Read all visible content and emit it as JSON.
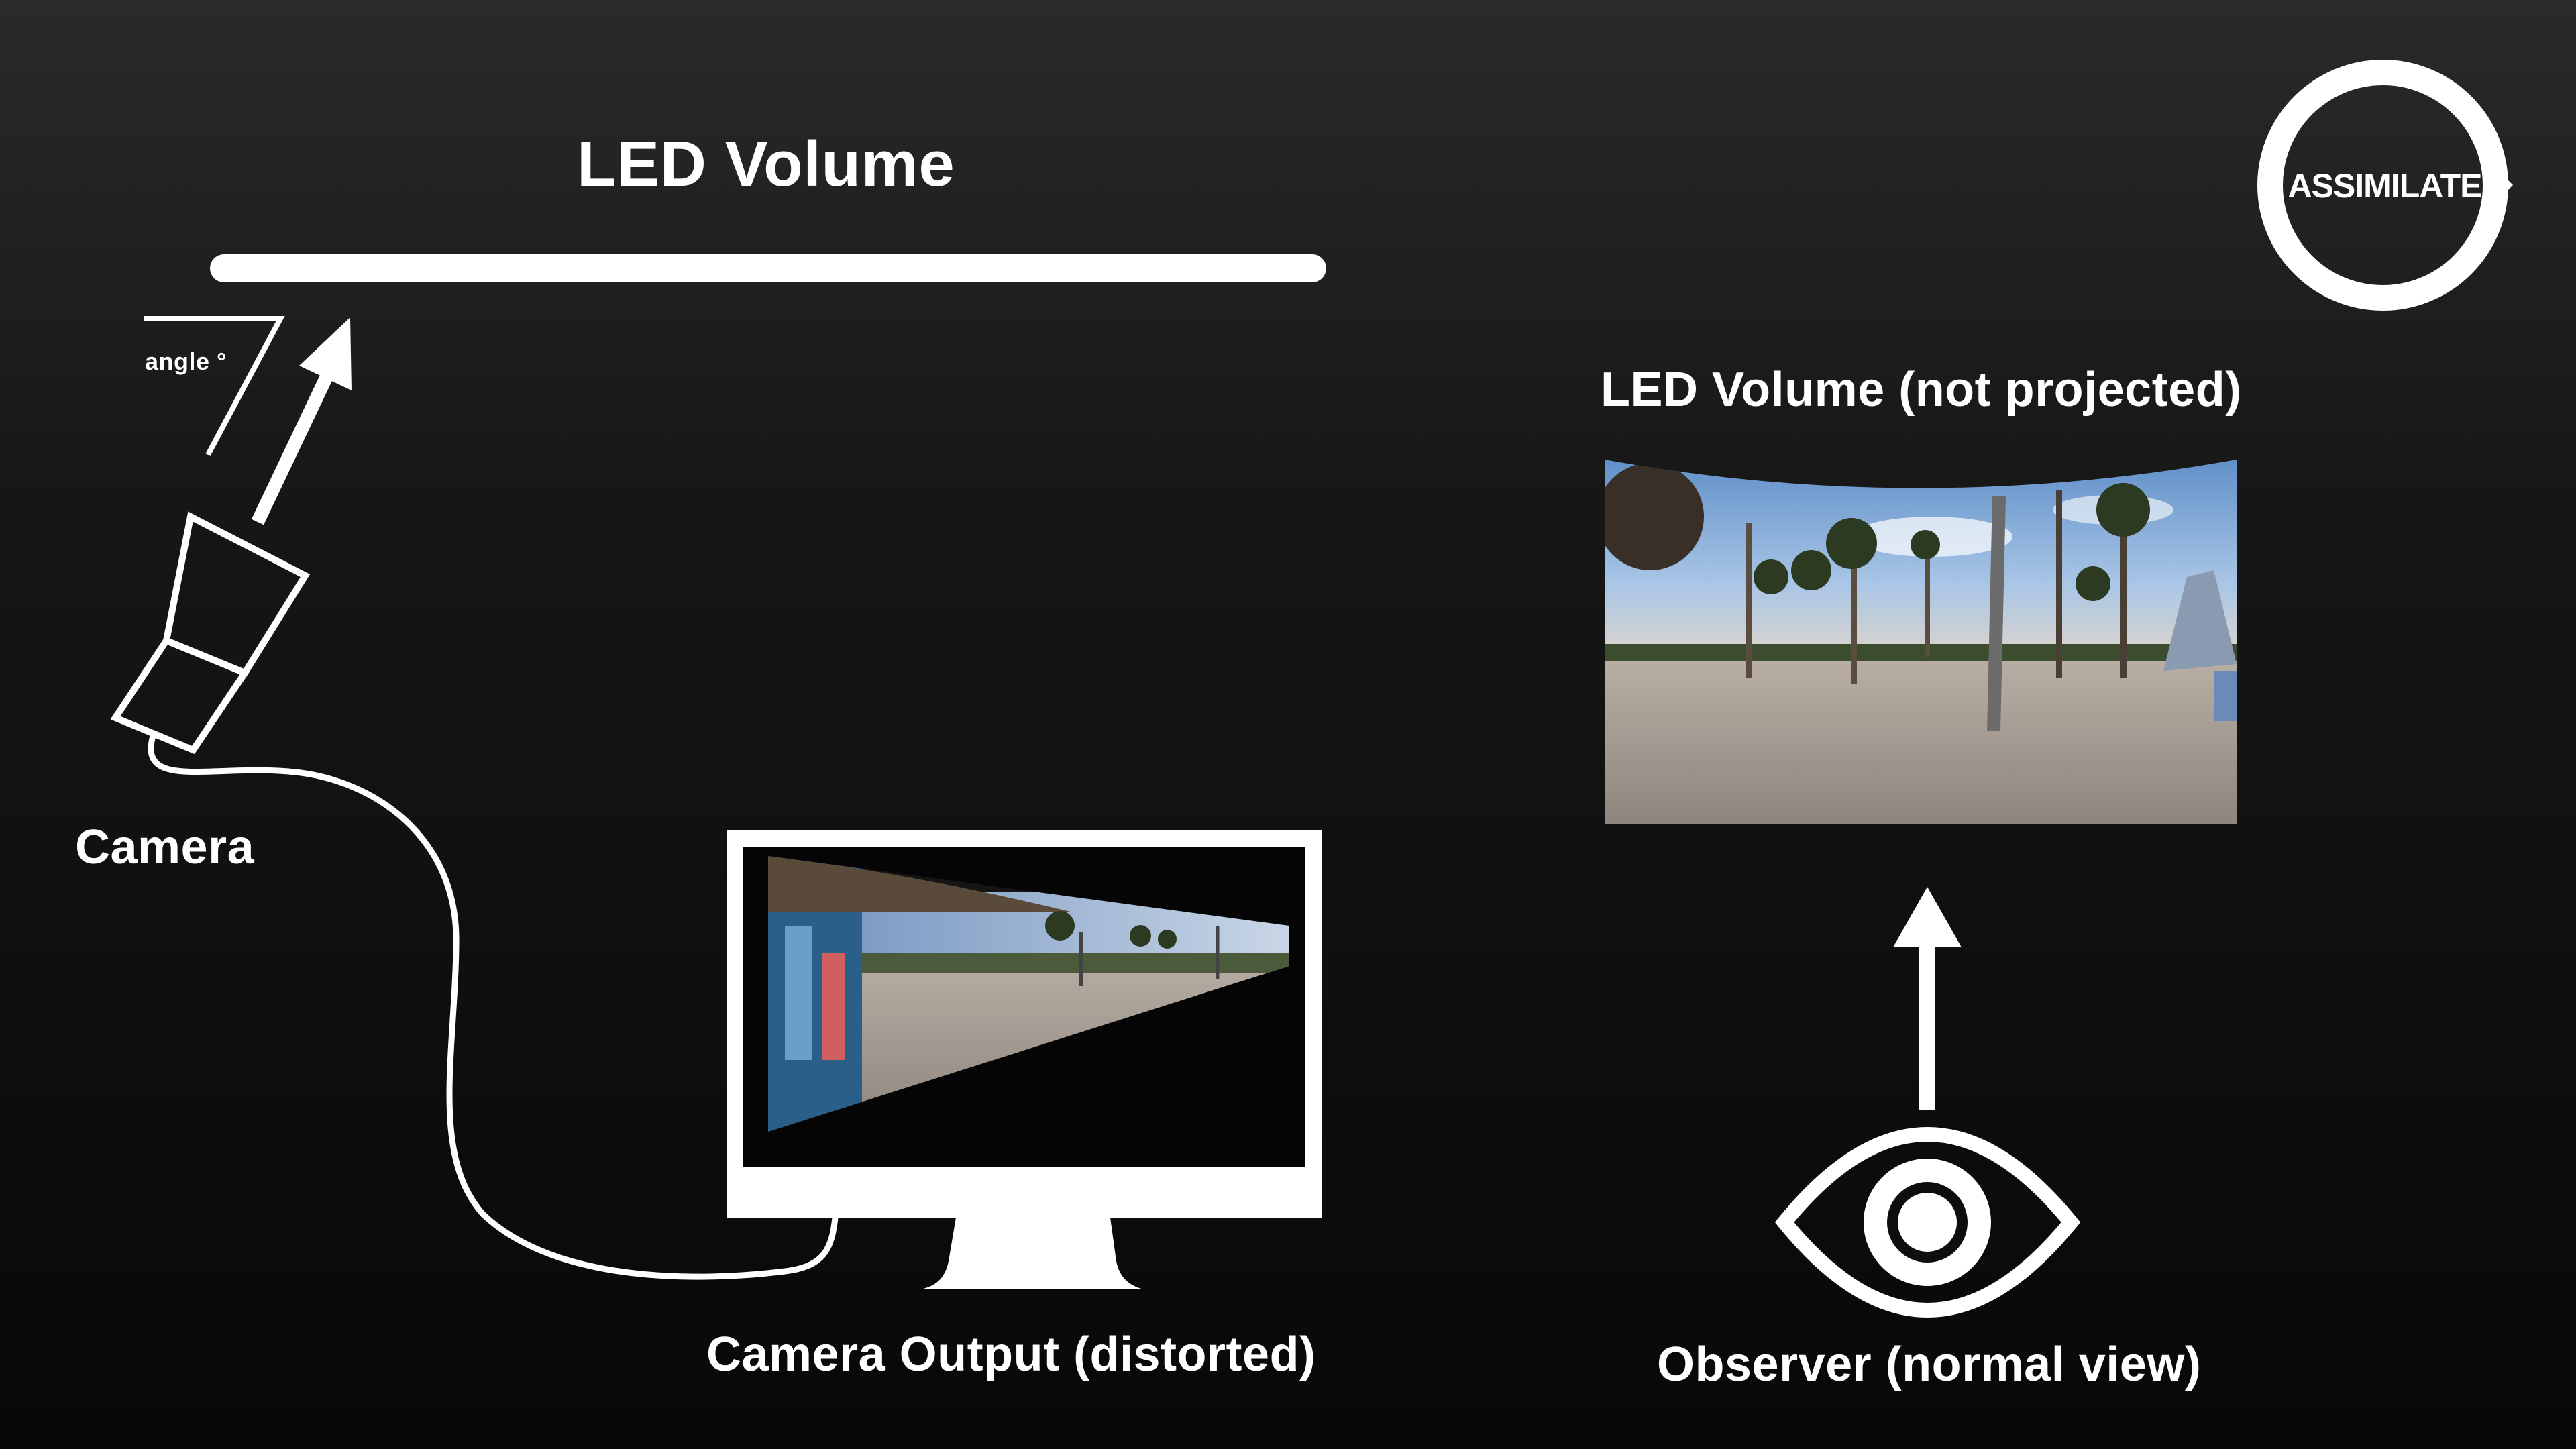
{
  "diagram": {
    "title": "LED Volume",
    "angle_label": "angle °",
    "camera_label": "Camera",
    "camera_output_label": "Camera Output (distorted)",
    "led_not_projected_label": "LED Volume (not projected)",
    "observer_label": "Observer (normal view)",
    "logo_text": "ASSIMILATE"
  },
  "colors": {
    "background_top": "#2a2a2a",
    "background_bottom": "#080808",
    "foreground": "#ffffff",
    "sky": "#7fa9d6",
    "sand": "#a39a91"
  },
  "icons": [
    "camera-icon",
    "eye-icon",
    "monitor-icon",
    "arrow-icon",
    "logo-ring-icon"
  ]
}
